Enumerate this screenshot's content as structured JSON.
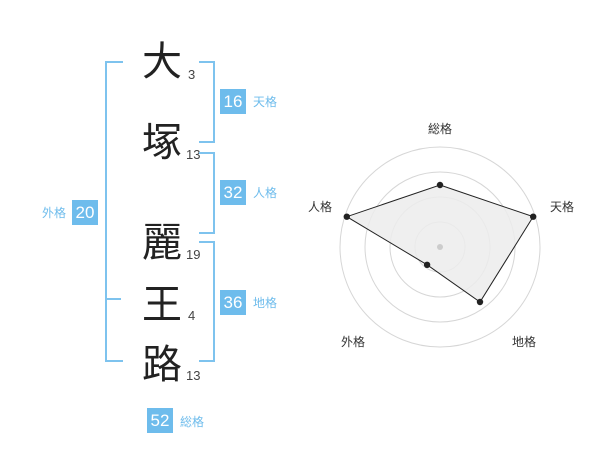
{
  "name_chars": [
    {
      "char": "大",
      "strokes": "3"
    },
    {
      "char": "塚",
      "strokes": "13"
    },
    {
      "char": "麗",
      "strokes": "19"
    },
    {
      "char": "王",
      "strokes": "4"
    },
    {
      "char": "路",
      "strokes": "13"
    }
  ],
  "fortunes": {
    "tenkaku": {
      "value": "16",
      "label": "天格"
    },
    "jinkaku": {
      "value": "32",
      "label": "人格"
    },
    "chikaku": {
      "value": "36",
      "label": "地格"
    },
    "gaikaku": {
      "value": "20",
      "label": "外格"
    },
    "soukaku": {
      "value": "52",
      "label": "総格"
    }
  },
  "chart_data": {
    "type": "radar",
    "axes": [
      "総格",
      "天格",
      "地格",
      "外格",
      "人格"
    ],
    "values": [
      0.62,
      0.98,
      0.68,
      0.22,
      0.98
    ],
    "range": [
      0,
      1
    ],
    "rings": 4,
    "colors": {
      "fill": "#ececec",
      "line": "#222222",
      "ring": "#d6d6d6",
      "accent": "#6ebcec"
    }
  }
}
